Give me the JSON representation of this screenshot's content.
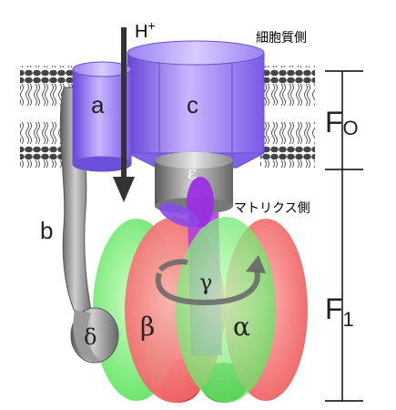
{
  "proton": {
    "label": "H",
    "sup": "+"
  },
  "regions": {
    "cytoplasm_side": "細胞質側",
    "matrix_side": "マトリクス側"
  },
  "subunits": {
    "a": "a",
    "b": "b",
    "c": "c",
    "delta": "δ",
    "epsilon": "ε",
    "gamma": "γ",
    "alpha": "α",
    "beta": "β"
  },
  "domains": {
    "f0_main": "F",
    "f0_sub": "O",
    "f1_main": "F",
    "f1_sub": "1"
  },
  "colors": {
    "purple": "#8f6cf0",
    "red": "#ef6a6a",
    "green": "#6fe86f",
    "gray": "#8a8a8a",
    "membrane": "#555555"
  }
}
